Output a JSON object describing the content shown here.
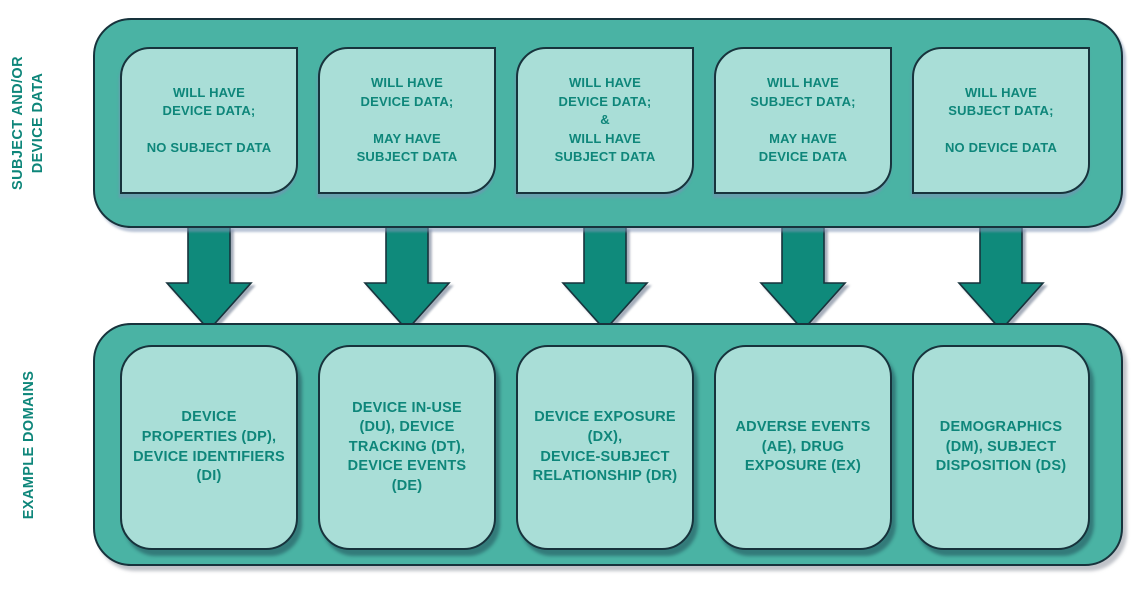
{
  "diagram": {
    "side_labels": {
      "top": "SUBJECT AND/OR\nDEVICE DATA",
      "bottom": "EXAMPLE DOMAINS"
    },
    "top_band": {
      "boxes": [
        {
          "text": "WILL HAVE\nDEVICE DATA;\n\nNO SUBJECT DATA"
        },
        {
          "text": "WILL HAVE\nDEVICE DATA;\n\nMAY HAVE\nSUBJECT DATA"
        },
        {
          "text": "WILL HAVE\nDEVICE DATA;\n&\nWILL HAVE\nSUBJECT DATA"
        },
        {
          "text": "WILL HAVE\nSUBJECT DATA;\n\nMAY HAVE\nDEVICE DATA"
        },
        {
          "text": "WILL HAVE\nSUBJECT DATA;\n\nNO DEVICE DATA"
        }
      ]
    },
    "bottom_band": {
      "boxes": [
        {
          "text": "DEVICE\nPROPERTIES (DP),\nDEVICE IDENTIFIERS\n(DI)"
        },
        {
          "text": "DEVICE IN-USE\n(DU), DEVICE\nTRACKING (DT),\nDEVICE EVENTS\n(DE)"
        },
        {
          "text": "DEVICE EXPOSURE\n(DX),\nDEVICE-SUBJECT\nRELATIONSHIP (DR)"
        },
        {
          "text": "ADVERSE EVENTS\n(AE), DRUG\nEXPOSURE (EX)"
        },
        {
          "text": "DEMOGRAPHICS\n(DM), SUBJECT\nDISPOSITION (DS)"
        }
      ]
    },
    "colors": {
      "band_fill": "#4ab3a4",
      "box_fill": "#a9ded7",
      "text": "#0e867a",
      "arrow_fill": "#0f8a7b",
      "outline": "#17333c"
    }
  }
}
